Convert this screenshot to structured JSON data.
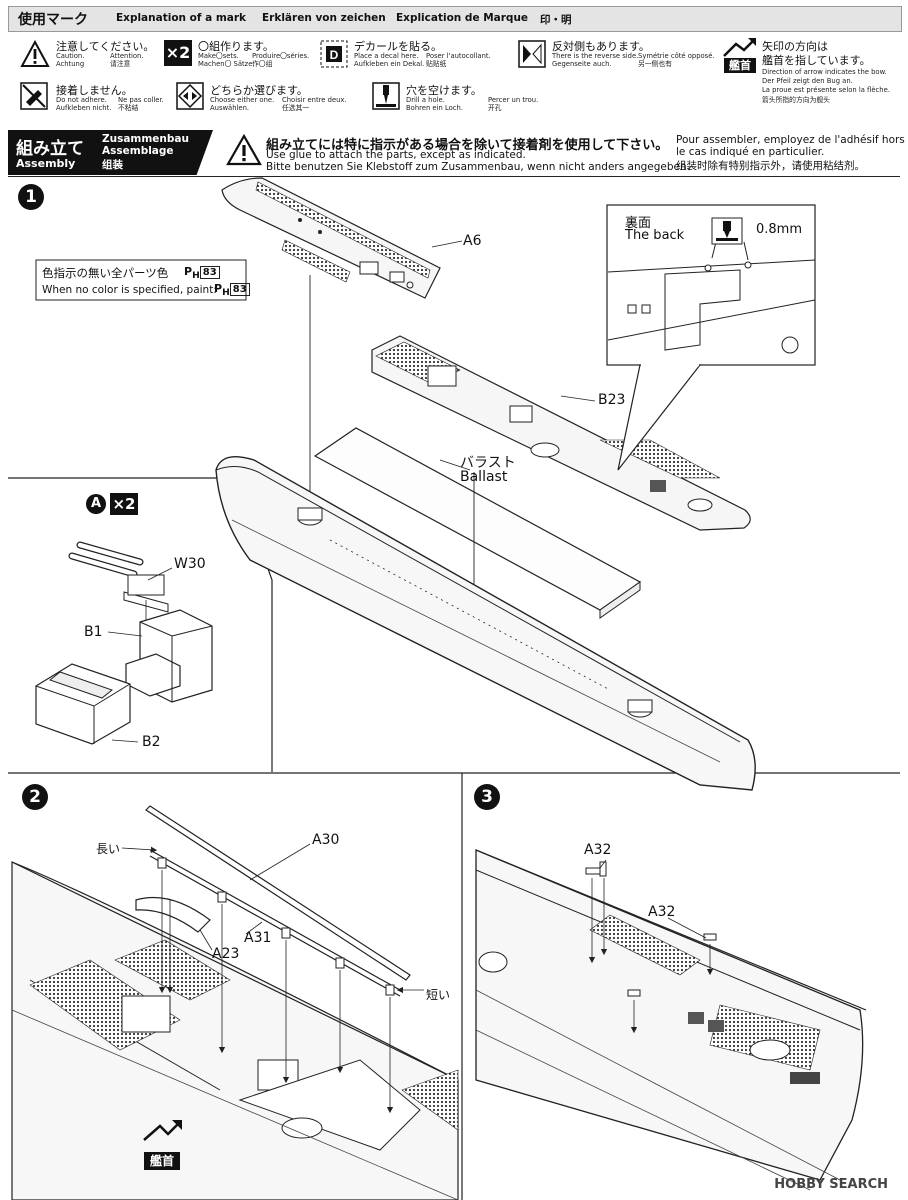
{
  "header": {
    "title_jp": "使用マーク",
    "subtitles": [
      "Explanation of a mark",
      "Erklären von zeichen",
      "Explication de Marque",
      "印・明"
    ]
  },
  "legend": {
    "caution": {
      "jp": "注意してください。",
      "l1": "Caution.",
      "l2": "Achtung",
      "l3": "Attention.",
      "l4": "请注意"
    },
    "make_sets": {
      "badge": "×2",
      "jp": "〇組作ります。",
      "l1": "Make〇sets.",
      "l2": "Machen〇 Sätze.",
      "l3": "Produire〇séries.",
      "l4": "作〇组"
    },
    "decal": {
      "jp": "デカールを貼る。",
      "l1": "Place a decal here.",
      "l2": "Aufkleben ein Dekal.",
      "l3": "Poser l'autocollant.",
      "l4": "贴贴纸"
    },
    "reverse": {
      "jp": "反対側もあります。",
      "l1": "There is the reverse side.",
      "l2": "Gegenseite auch.",
      "l3": "Symétrie côté opposé.",
      "l4": "另一侧也有"
    },
    "arrow": {
      "jp1": "矢印の方向は",
      "jp2": "艦首を指しています。",
      "badge": "艦首",
      "l1": "Direction of arrow indicates the bow.",
      "l2": "Der Pfeil zeigt den Bug an.",
      "l3": "La proue est présente selon la flèche.",
      "l4": "箭头所指的方向为舰头"
    },
    "no_glue": {
      "jp": "接着しません。",
      "l1": "Do not adhere.",
      "l2": "Aufkleben nicht.",
      "l3": "Ne pas coller.",
      "l4": "不粘结"
    },
    "choose": {
      "jp": "どちらか選びます。",
      "l1": "Choose either one.",
      "l2": "Auswählen.",
      "l3": "Choisir entre deux.",
      "l4": "任选其一"
    },
    "drill": {
      "jp": "穴を空けます。",
      "l1": "Drill a hole.",
      "l2": "Bohren ein Loch.",
      "l3": "Percer un trou.",
      "l4": "开孔"
    }
  },
  "section": {
    "jp": "組み立て",
    "en": "Assembly",
    "de": "Zusammenbau",
    "fr": "Assemblage",
    "zh": "组装",
    "note_jp": "組み立てには特に指示がある場合を除いて接着剤を使用して下さい。",
    "note_en1": "Use glue to attach the parts, except as indicated.",
    "note_en2": "Bitte benutzen Sie Klebstoff zum Zusammenbau, wenn nicht anders angegeben.",
    "note_fr1": "Pour assembler, employez de l'adhésif hors",
    "note_fr2": "le cas indiqué en particulier.",
    "note_zh": "组装时除有特别指示外，请使用粘结剂。"
  },
  "step1": {
    "num": "1",
    "labels": {
      "a6": "A6",
      "b23": "B23",
      "ballast_jp": "バラスト",
      "ballast_en": "Ballast"
    },
    "color_note": {
      "jp": "色指示の無い全パーツ色",
      "en": "When no color is specified, paint:",
      "code_prefix": "P",
      "code_h": "H",
      "code": "83"
    },
    "inset": {
      "jp": "裏面",
      "en": "The back",
      "size": "0.8mm"
    }
  },
  "stepA": {
    "letter": "A",
    "badge": "×2",
    "labels": {
      "w30": "W30",
      "b1": "B1",
      "b2": "B2"
    }
  },
  "step2": {
    "num": "2",
    "labels": {
      "a30": "A30",
      "a31": "A31",
      "a23": "A23",
      "long": "長い",
      "short": "短い"
    },
    "bow_badge": "艦首"
  },
  "step3": {
    "num": "3",
    "labels": {
      "a32a": "A32",
      "a32b": "A32"
    }
  },
  "watermark": "HOBBY SEARCH",
  "colors": {
    "ink": "#111111",
    "hull": "#f4f4f4",
    "deck_hatch": "#555555",
    "header_bg": "#e4e4e4"
  }
}
